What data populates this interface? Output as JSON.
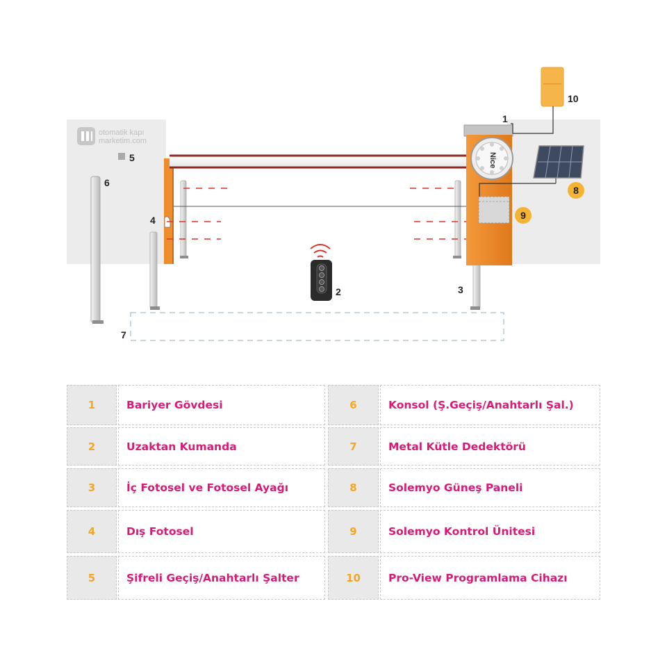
{
  "brand": {
    "logo_line1": "otomatik kapı",
    "logo_line2": "marketim.com",
    "barrier_brand": "Nice"
  },
  "callouts": [
    "1",
    "2",
    "3",
    "4",
    "5",
    "6",
    "7",
    "8",
    "9",
    "10"
  ],
  "legend": {
    "left": [
      {
        "number": "1",
        "label": "Bariyer Gövdesi"
      },
      {
        "number": "2",
        "label": "Uzaktan Kumanda"
      },
      {
        "number": "3",
        "label": "İç Fotosel ve Fotosel Ayağı"
      },
      {
        "number": "4",
        "label": "Dış Fotosel"
      },
      {
        "number": "5",
        "label": "Şifreli Geçiş/Anahtarlı Şalter"
      }
    ],
    "right": [
      {
        "number": "6",
        "label": "Konsol (Ş.Geçiş/Anahtarlı Şal.)"
      },
      {
        "number": "7",
        "label": "Metal Kütle Dedektörü"
      },
      {
        "number": "8",
        "label": "Solemyo Güneş Paneli"
      },
      {
        "number": "9",
        "label": "Solemyo Kontrol Ünitesi"
      },
      {
        "number": "10",
        "label": "Pro-View Programlama Cihazı"
      }
    ]
  },
  "colors": {
    "accent_orange": "#f08a2a",
    "label_pink": "#d81b77",
    "number_gold": "#f5a623",
    "beam_red": "#d9342b"
  }
}
